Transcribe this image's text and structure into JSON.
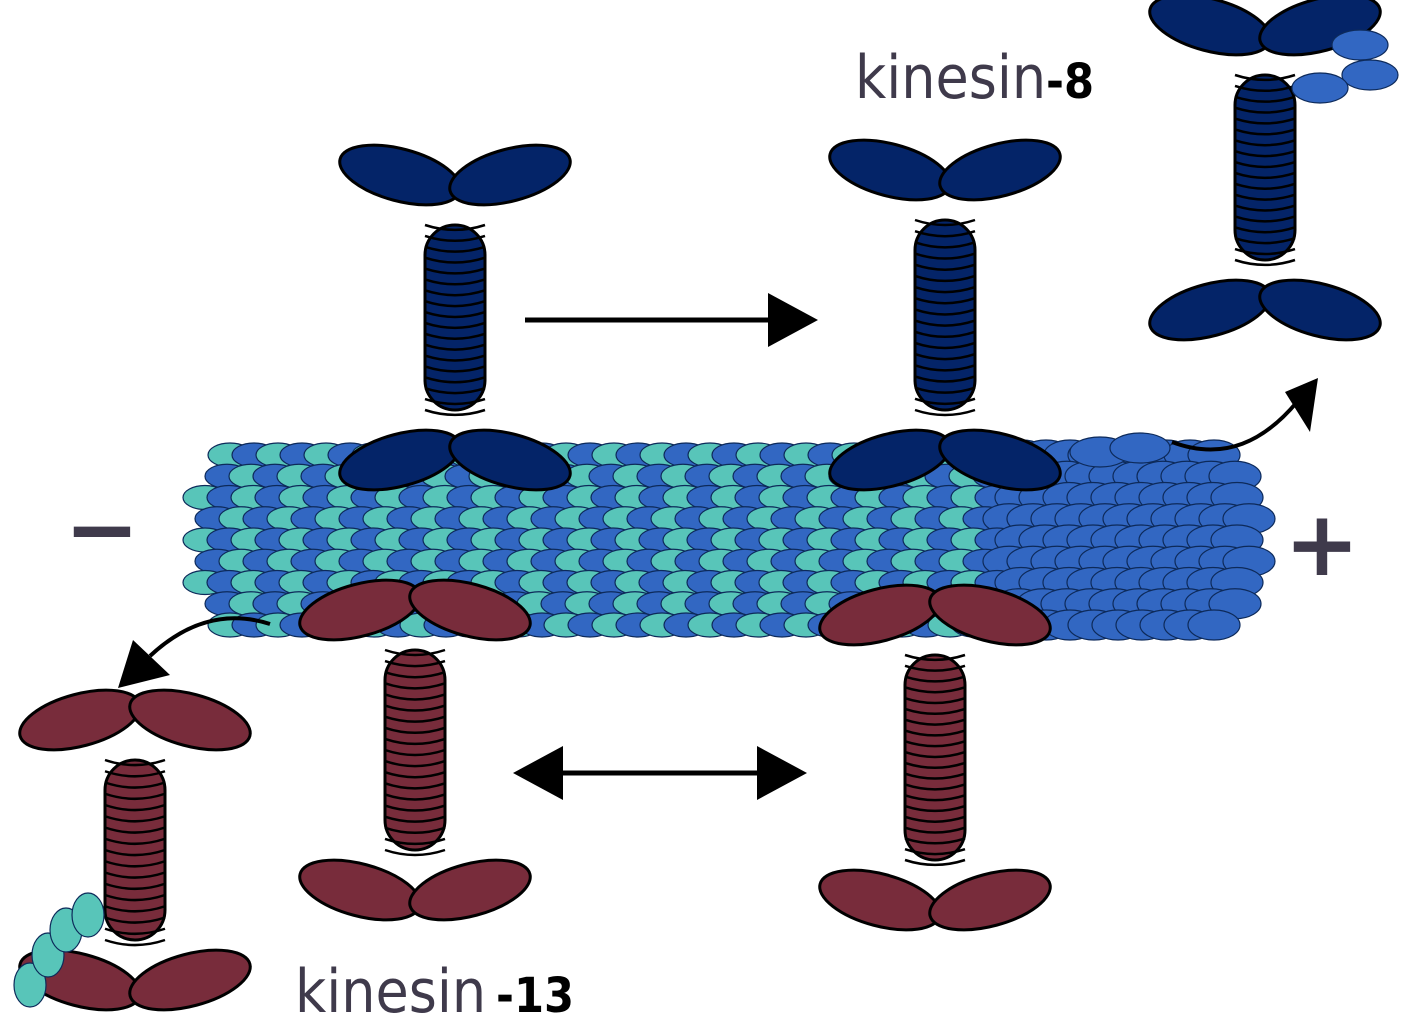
{
  "labels": {
    "kinesin8": {
      "name": "kinesin",
      "suffix": "-8"
    },
    "kinesin13": {
      "name": "kinesin",
      "suffix": "-13"
    },
    "minus_end": "−",
    "plus_end": "+"
  },
  "colors": {
    "kinesin8": "#042468",
    "kinesin13": "#782c3b",
    "tubulin_alpha": "#58c5b9",
    "tubulin_beta": "#3267c2",
    "outline": "#000000",
    "label_text": "#3f3a4b"
  },
  "arrows": {
    "kinesin8_motion": "right",
    "kinesin13_motion": "both"
  }
}
